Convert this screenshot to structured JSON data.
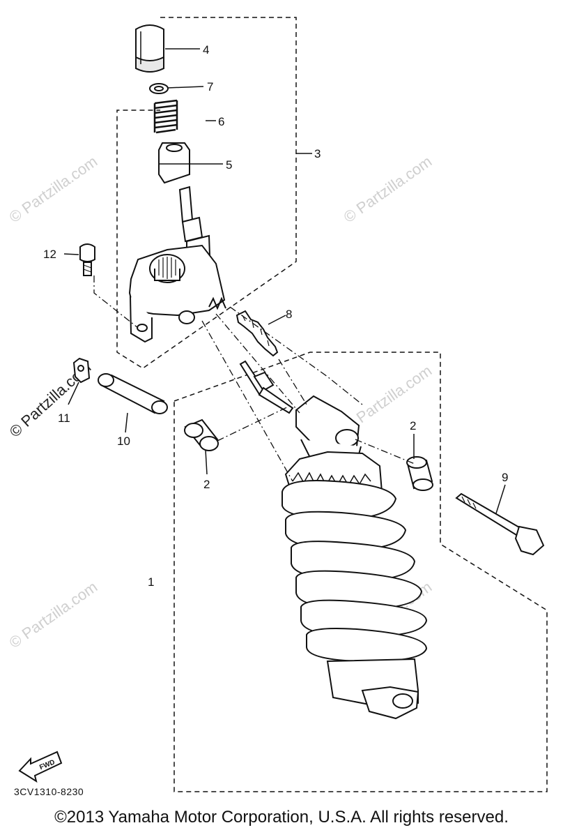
{
  "watermark": {
    "text": "© Partzilla.com",
    "color": "#cfcfcf"
  },
  "callouts": {
    "c1": "1",
    "c2a": "2",
    "c2b": "2",
    "c3": "3",
    "c4": "4",
    "c5": "5",
    "c6": "6",
    "c7": "7",
    "c8": "8",
    "c9": "9",
    "c10": "10",
    "c11": "11",
    "c12": "12"
  },
  "fwd_label": "FWD",
  "diagram_code": "3CV1310-8230",
  "copyright": "©2013  Yamaha Motor Corporation, U.S.A. All rights reserved.",
  "colors": {
    "line": "#111111",
    "background": "#ffffff"
  }
}
